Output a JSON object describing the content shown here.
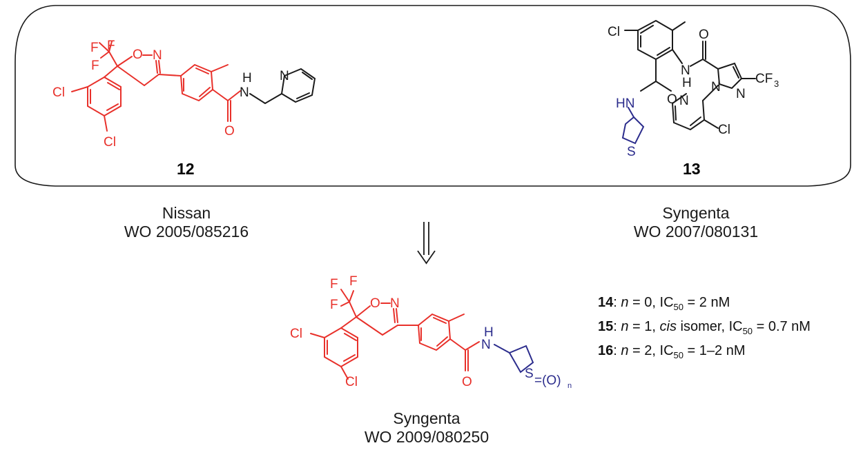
{
  "compounds": {
    "c12": {
      "number": "12",
      "company": "Nissan",
      "patent": "WO 2005/085216"
    },
    "c13": {
      "number": "13",
      "company": "Syngenta",
      "patent": "WO 2007/080131"
    },
    "product": {
      "company": "Syngenta",
      "patent": "WO 2009/080250"
    }
  },
  "atoms": {
    "F": "F",
    "O": "O",
    "N": "N",
    "Cl": "Cl",
    "S": "S",
    "H": "H",
    "HN": "HN",
    "CF3": "CF",
    "three": "3",
    "O_n": "=(O)",
    "n": "n"
  },
  "data_lines": [
    {
      "compound": "14",
      "n_label": "n",
      "n_value": " = 0, ",
      "extra": "",
      "ic": "IC",
      "ic_sub": "50",
      "value": " = 2 nM"
    },
    {
      "compound": "15",
      "n_label": "n",
      "n_value": " = 1, ",
      "extra": "cis",
      "extra_rest": " isomer, ",
      "ic": "IC",
      "ic_sub": "50",
      "value": " = 0.7 nM"
    },
    {
      "compound": "16",
      "n_label": "n",
      "n_value": " = 2, ",
      "extra": "",
      "ic": "IC",
      "ic_sub": "50",
      "value": " = 1–2 nM"
    }
  ],
  "colors": {
    "red": "#e8302a",
    "blue": "#2b2c8c",
    "black": "#1a1a1a"
  }
}
